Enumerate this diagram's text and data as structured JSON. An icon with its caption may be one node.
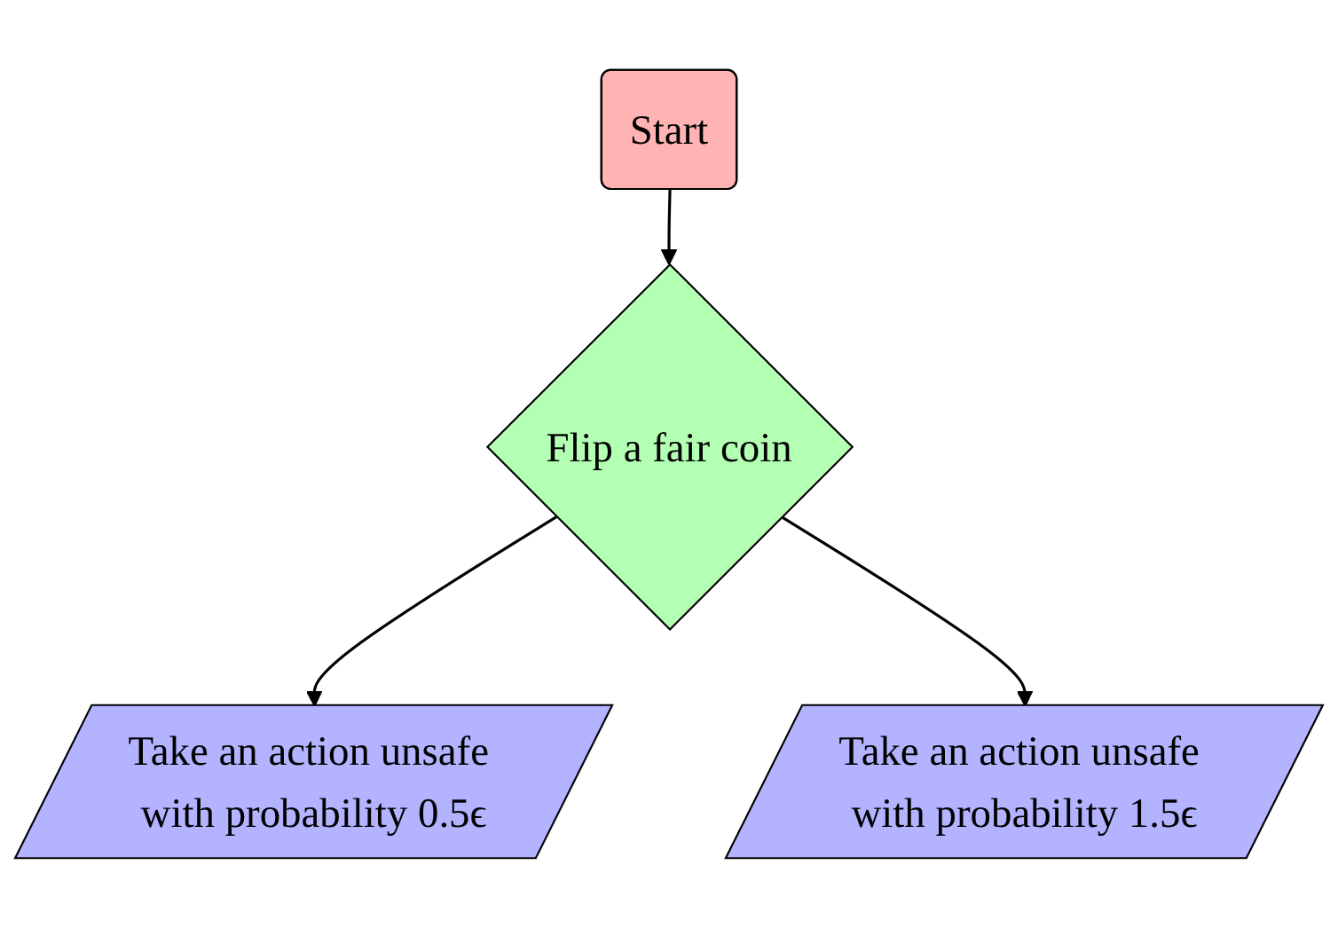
{
  "diagram": {
    "nodes": [
      {
        "text": [
          "Start"
        ]
      },
      {
        "text": [
          "Flip a fair coin"
        ]
      },
      {
        "text": [
          "Take an action unsafe with probability 0.5ϵ"
        ]
      },
      {
        "text": [
          "Take an action unsafe with probability 1.5ϵ"
        ]
      }
    ],
    "edges": [
      {
        "from": 0,
        "to": 1,
        "arrow": "to"
      },
      {
        "from": 1,
        "to": 2,
        "arrow": "to"
      },
      {
        "from": 1,
        "to": 3,
        "arrow": "to"
      }
    ]
  }
}
